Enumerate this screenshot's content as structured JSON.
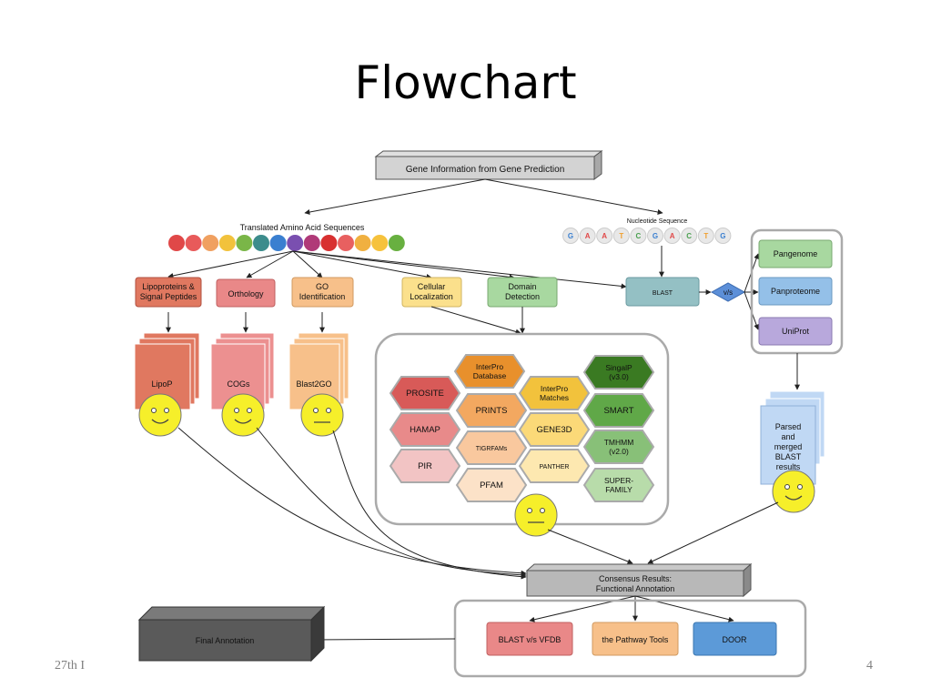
{
  "slide": {
    "title": "Flowchart",
    "footer_left": "27th I",
    "page_number": "4"
  },
  "diagram": {
    "top_box": "Gene Information from Gene Prediction",
    "amino_label": "Translated Amino Acid Sequences",
    "amino_colors": [
      "#e04848",
      "#e85a5a",
      "#f0a060",
      "#f2c23c",
      "#7ab648",
      "#3c8c8c",
      "#3a7fd0",
      "#7a4fb0",
      "#b03a78",
      "#d83030",
      "#e86060",
      "#f0b040",
      "#f6c23c",
      "#68b040"
    ],
    "nucleotide_label": "Nucleotide Sequence",
    "nucleotides": [
      "G",
      "A",
      "A",
      "T",
      "C",
      "G",
      "A",
      "C",
      "T",
      "G"
    ],
    "nucleotide_colors": [
      "#3a7fd0",
      "#e04848",
      "#e04848",
      "#f0a030",
      "#4aa050",
      "#3a7fd0",
      "#e04848",
      "#4aa050",
      "#f0a030",
      "#3a7fd0"
    ],
    "categories": {
      "lipo": "Lipoproteins & Signal Peptides",
      "orthology": "Orthology",
      "go": "GO Identification",
      "cellular": "Cellular Localization",
      "domain": "Domain Detection"
    },
    "tools": {
      "lipop": "LipoP",
      "cogs": "COGs",
      "blast2go": "Blast2GO"
    },
    "blast": "BLAST",
    "vs": "v/s",
    "databases": [
      "Pangenome",
      "Panproteome",
      "UniProt"
    ],
    "parsed": "Parsed and merged BLAST results",
    "hexes": {
      "interpro_db": "InterPro Database",
      "prosite": "PROSITE",
      "prints": "PRINTS",
      "interpro_matches": "InterPro Matches",
      "signalp": "SingalP (v3.0)",
      "hamap": "HAMAP",
      "tigrfams": "TIGRFAMs",
      "gene3d": "GENE3D",
      "smart": "SMART",
      "pir": "PIR",
      "pfam": "PFAM",
      "panther": "PANTHER",
      "tmhmm": "TMHMM (v2.0)",
      "superfamily": "SUPER- FAMILY"
    },
    "consensus": "Consensus Results: Functional Annotation",
    "outputs": [
      "BLAST v/s VFDB",
      "the Pathway Tools",
      "DOOR"
    ],
    "final": "Final Annotation"
  }
}
